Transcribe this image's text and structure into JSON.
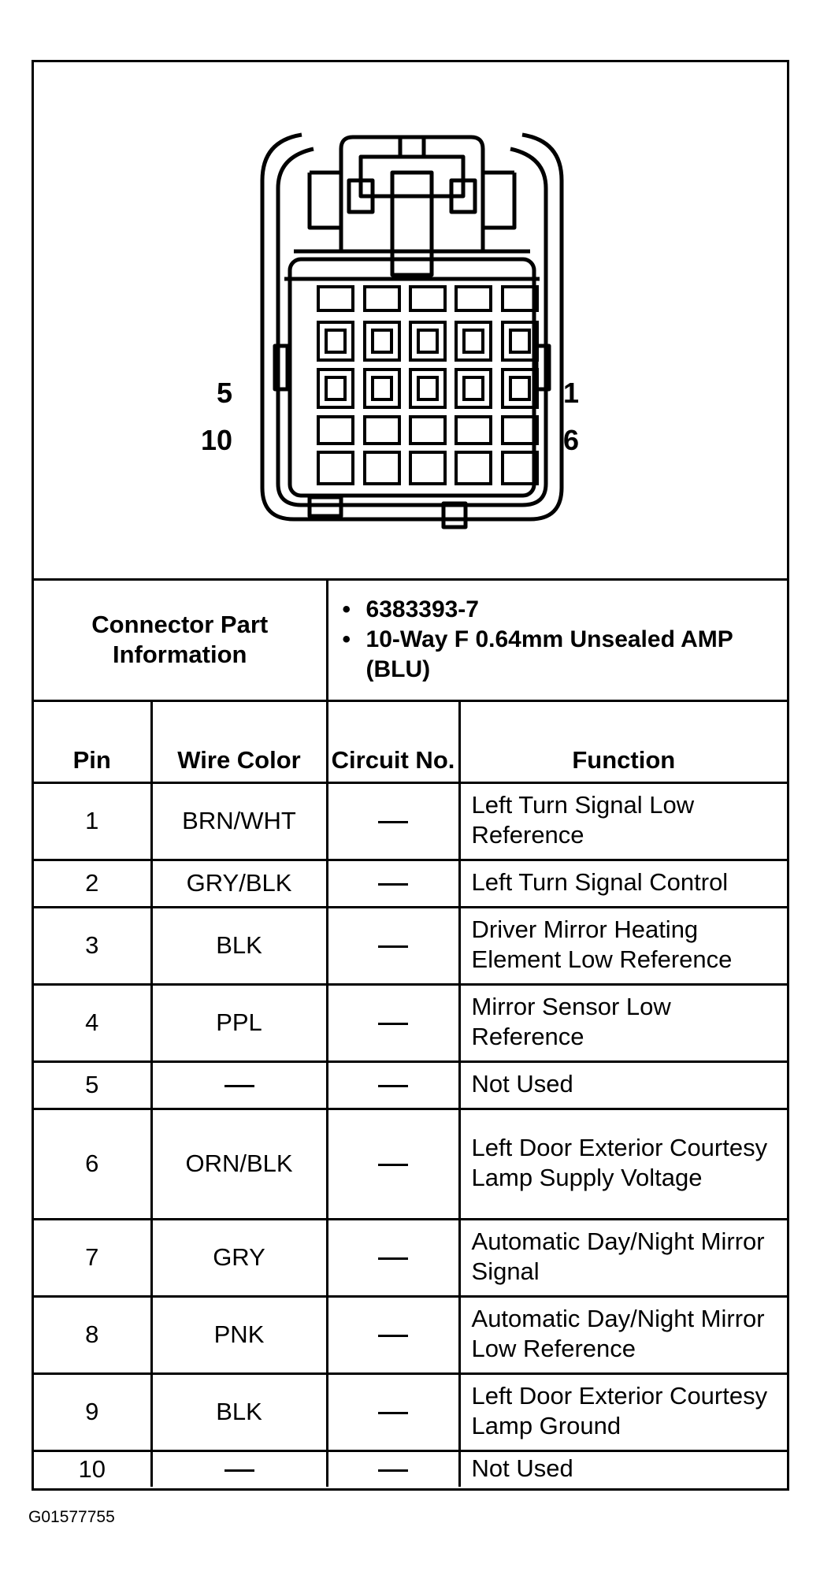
{
  "connector": {
    "pin_labels": {
      "top_left": "5",
      "bottom_left": "10",
      "top_right": "1",
      "bottom_right": "6"
    }
  },
  "part_info": {
    "label": "Connector Part Information",
    "items": [
      "6383393-7",
      "10-Way F 0.64mm Unsealed AMP (BLU)"
    ]
  },
  "table": {
    "headers": {
      "pin": "Pin",
      "wire_color": "Wire Color",
      "circuit": "Circuit No.",
      "function": "Function"
    },
    "rows": [
      {
        "pin": "1",
        "wire": "BRN/WHT",
        "circuit": "—",
        "function": "Left Turn Signal Low Reference"
      },
      {
        "pin": "2",
        "wire": "GRY/BLK",
        "circuit": "—",
        "function": "Left Turn Signal Control"
      },
      {
        "pin": "3",
        "wire": "BLK",
        "circuit": "—",
        "function": "Driver Mirror Heating Element Low Reference"
      },
      {
        "pin": "4",
        "wire": "PPL",
        "circuit": "—",
        "function": "Mirror Sensor Low Reference"
      },
      {
        "pin": "5",
        "wire": "—",
        "circuit": "—",
        "function": "Not Used"
      },
      {
        "pin": "6",
        "wire": "ORN/BLK",
        "circuit": "—",
        "function": "Left Door Exterior Courtesy Lamp Supply Voltage"
      },
      {
        "pin": "7",
        "wire": "GRY",
        "circuit": "—",
        "function": "Automatic Day/Night Mirror Signal"
      },
      {
        "pin": "8",
        "wire": "PNK",
        "circuit": "—",
        "function": "Automatic Day/Night Mirror Low Reference"
      },
      {
        "pin": "9",
        "wire": "BLK",
        "circuit": "—",
        "function": "Left Door Exterior Courtesy Lamp Ground"
      },
      {
        "pin": "10",
        "wire": "—",
        "circuit": "—",
        "function": "Not Used"
      }
    ]
  },
  "caption": "G01577755"
}
